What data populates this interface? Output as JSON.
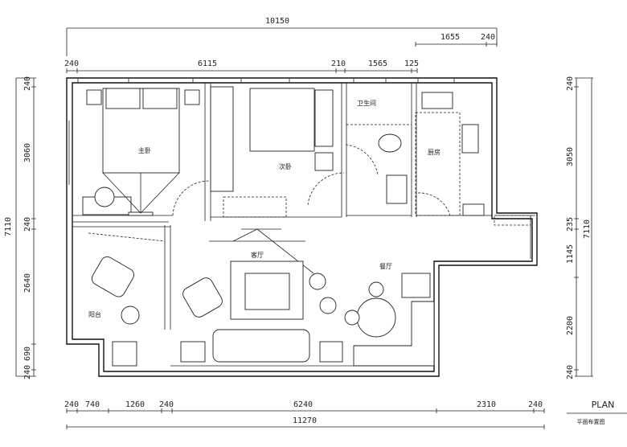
{
  "title": {
    "en": "PLAN",
    "cn": "平面布置图"
  },
  "dimensions": {
    "top_total": "10150",
    "top_right": [
      "1655",
      "240"
    ],
    "top_row": [
      "240",
      "6115",
      "210",
      "1565",
      "125"
    ],
    "bottom_row": [
      "240",
      "740",
      "1260",
      "240",
      "6240",
      "2310",
      "240"
    ],
    "bottom_total": "11270",
    "left_total": "7110",
    "left_row": [
      "240",
      "3060",
      "240",
      "2640",
      "690",
      "240"
    ],
    "right_total": "7110",
    "right_row": [
      "240",
      "3050",
      "235",
      "1145",
      "2200",
      "240"
    ]
  },
  "rooms": {
    "master_bedroom": "主卧",
    "second_bedroom": "次卧",
    "bathroom": "卫生间",
    "kitchen": "厨房",
    "living_room": "客厅",
    "dining_room": "餐厅",
    "balcony": "阳台"
  }
}
